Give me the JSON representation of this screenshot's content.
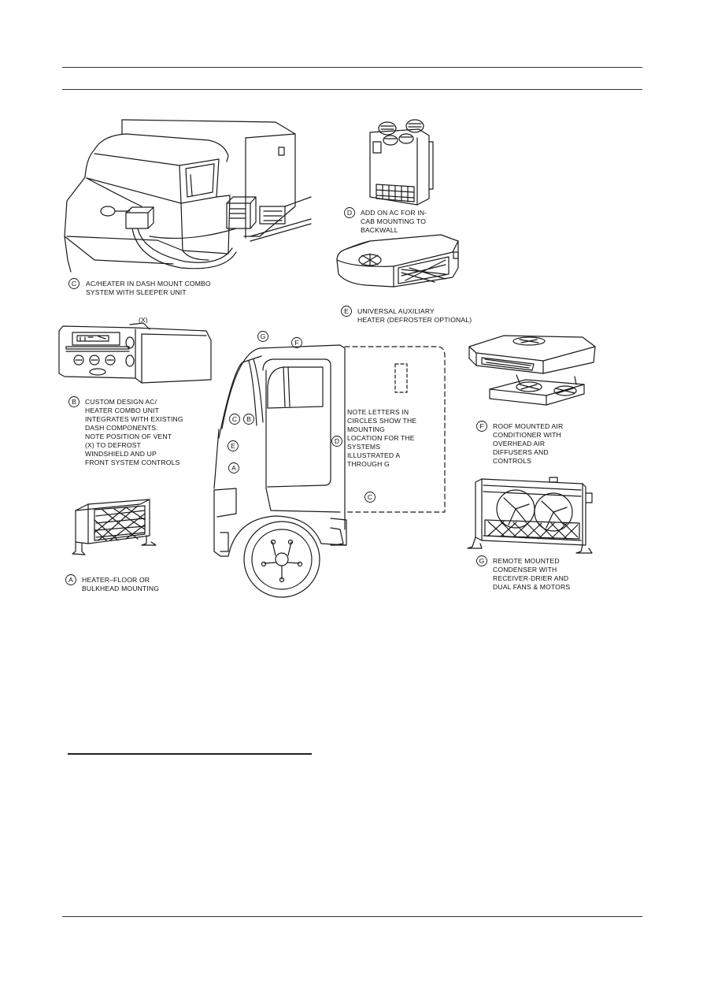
{
  "captions": {
    "c": {
      "letter": "C",
      "lines": [
        "AC/HEATER IN DASH MOUNT COMBO",
        "SYSTEM WITH SLEEPER UNIT"
      ]
    },
    "d": {
      "letter": "D",
      "lines": [
        "ADD ON AC FOR IN-",
        "CAB MOUNTING TO",
        "BACKWALL"
      ]
    },
    "e": {
      "letter": "E",
      "lines": [
        "UNIVERSAL AUXILIARY",
        "HEATER (DEFROSTER OPTIONAL)"
      ]
    },
    "b": {
      "letter": "B",
      "lines": [
        "CUSTOM DESIGN AC/",
        "HEATER COMBO UNIT",
        "INTEGRATES WITH EXISTING",
        "DASH COMPONENTS.",
        "NOTE POSITION OF VENT",
        "(X) TO DEFROST",
        "WINDSHIELD AND UP",
        "FRONT SYSTEM CONTROLS"
      ]
    },
    "f": {
      "letter": "F",
      "lines": [
        "ROOF MOUNTED AIR",
        "CONDITIONER WITH",
        "OVERHEAD AIR",
        "DIFFUSERS AND",
        "CONTROLS"
      ]
    },
    "g": {
      "letter": "G",
      "lines": [
        "REMOTE MOUNTED",
        "CONDENSER WITH",
        "RECEIVER-DRIER AND",
        "DUAL FANS & MOTORS"
      ]
    },
    "a": {
      "letter": "A",
      "lines": [
        "HEATER–FLOOR OR",
        "BULKHEAD MOUNTING"
      ]
    }
  },
  "vent_label": "(X)",
  "note": {
    "lines": [
      "NOTE LETTERS IN",
      "CIRCLES SHOW THE",
      "MOUNTING",
      "LOCATION FOR THE",
      "SYSTEMS",
      "ILLUSTRATED A",
      "THROUGH G"
    ]
  },
  "cab_markers": {
    "g": "G",
    "f": "F",
    "c_front": "C",
    "b": "B",
    "e": "E",
    "a": "A",
    "d": "D",
    "c_rear": "C"
  }
}
